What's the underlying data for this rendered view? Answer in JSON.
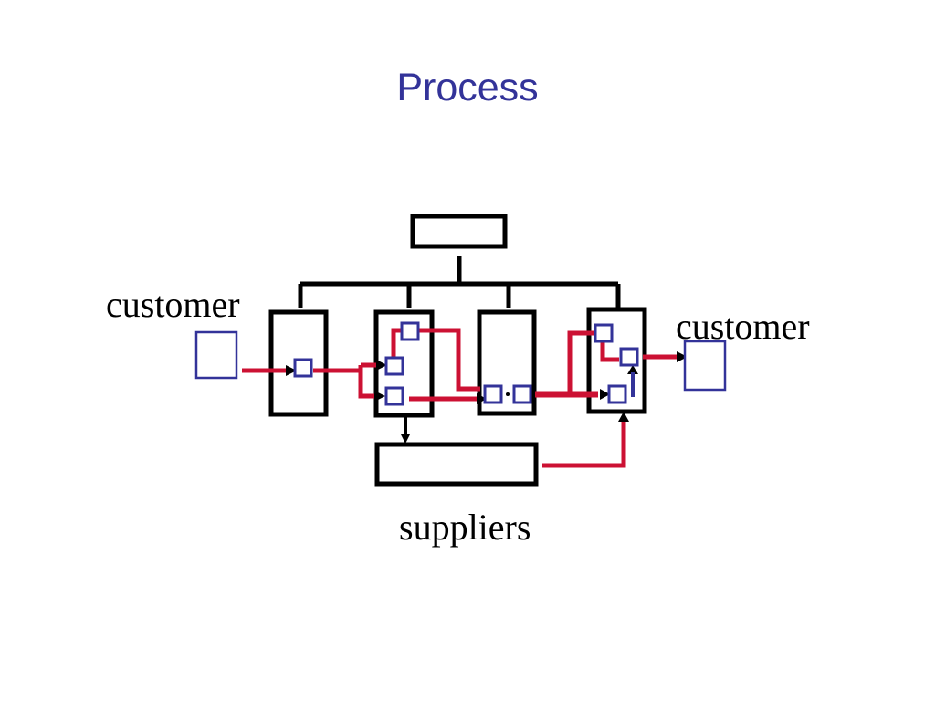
{
  "title": "Process",
  "labels": {
    "customer_left": "customer",
    "customer_right": "customer",
    "suppliers": "suppliers"
  },
  "colors": {
    "title": "#333399",
    "structure": "#000000",
    "flow": "#cc1133",
    "task_box": "#333399",
    "return_arrow": "#333399"
  }
}
